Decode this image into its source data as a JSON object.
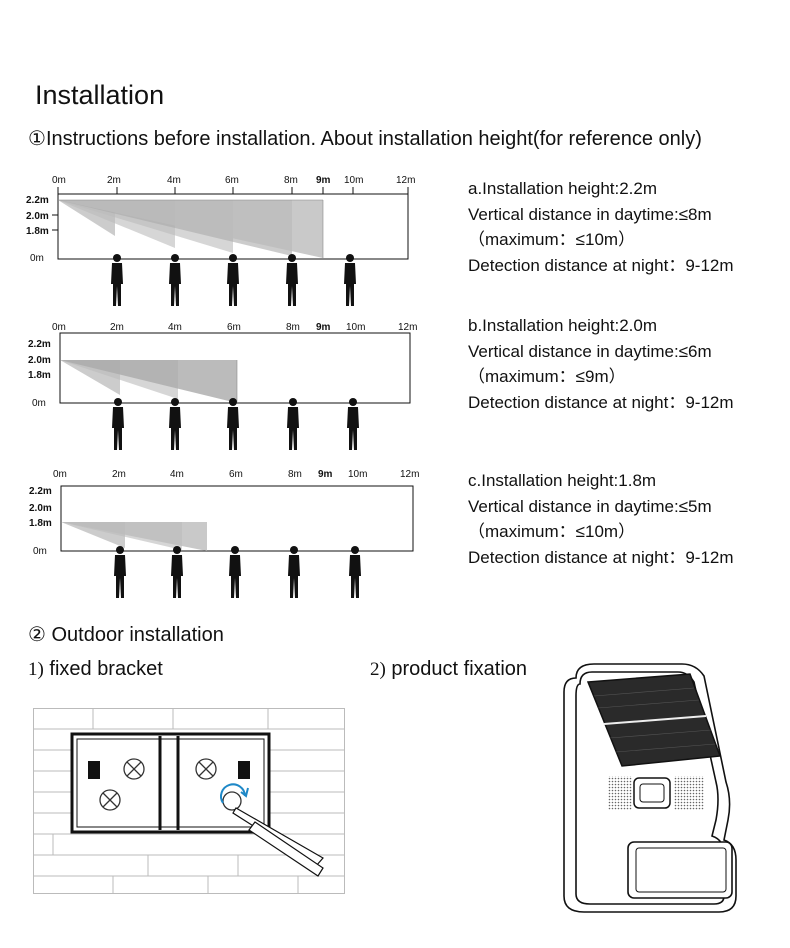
{
  "title": "Installation",
  "section1": {
    "num": "①",
    "text": "Instructions before installation. About installation height(for reference only)"
  },
  "axis": {
    "x_ticks": [
      "0m",
      "2m",
      "4m",
      "6m",
      "8m",
      "9m",
      "10m",
      "12m"
    ],
    "y_ticks": [
      "2.2m",
      "2.0m",
      "1.8m",
      "0m"
    ]
  },
  "diagrams": [
    {
      "height_m": 2.2,
      "coverage_end_m": 9
    },
    {
      "height_m": 2.0,
      "coverage_end_m": 6
    },
    {
      "height_m": 1.8,
      "coverage_end_m": 5
    }
  ],
  "specs": [
    {
      "line1": "a.Installation height:2.2m",
      "line2": "Vertical distance in daytime:≤8m",
      "line3": "（maximum：≤10m）",
      "line4": "Detection distance at night：9-12m"
    },
    {
      "line1": "b.Installation height:2.0m",
      "line2": "Vertical distance in daytime:≤6m",
      "line3": "（maximum：≤9m）",
      "line4": "Detection distance at night：9-12m"
    },
    {
      "line1": "c.Installation height:1.8m",
      "line2": "Vertical distance in daytime:≤5m",
      "line3": "（maximum：≤10m）",
      "line4": "Detection distance at night：9-12m"
    }
  ],
  "section2": {
    "num": "②",
    "text": " Outdoor installation"
  },
  "step1": {
    "num": "1)",
    "text": " fixed bracket"
  },
  "step2": {
    "num": "2)",
    "text": " product fixation"
  }
}
